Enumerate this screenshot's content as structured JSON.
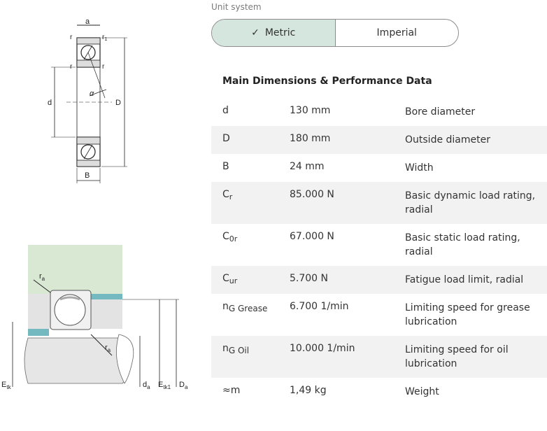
{
  "unit_system": {
    "label": "Unit system",
    "options": [
      {
        "label": "Metric",
        "selected": true
      },
      {
        "label": "Imperial",
        "selected": false
      }
    ]
  },
  "section_title": "Main Dimensions & Performance Data",
  "rows": [
    {
      "sym": "d",
      "sub": "",
      "value": "130 mm",
      "desc": "Bore diameter"
    },
    {
      "sym": "D",
      "sub": "",
      "value": "180 mm",
      "desc": "Outside diameter"
    },
    {
      "sym": "B",
      "sub": "",
      "value": "24 mm",
      "desc": "Width"
    },
    {
      "sym": "C",
      "sub": "r",
      "value": "85.000 N",
      "desc": "Basic dynamic load rating, radial"
    },
    {
      "sym": "C",
      "sub": "0r",
      "value": "67.000 N",
      "desc": "Basic static load rating, radial"
    },
    {
      "sym": "C",
      "sub": "ur",
      "value": "5.700 N",
      "desc": "Fatigue load limit, radial"
    },
    {
      "sym": "n",
      "sub": "G Grease",
      "value": "6.700 1/min",
      "desc": "Limiting speed for grease lubrication"
    },
    {
      "sym": "n",
      "sub": "G Oil",
      "value": "10.000 1/min",
      "desc": "Limiting speed for oil lubrication"
    },
    {
      "sym": "≈m",
      "sub": "",
      "value": "1,49 kg",
      "desc": "Weight"
    }
  ],
  "diagram_top_labels": {
    "a": "a",
    "r": "r",
    "r1": "r",
    "r1_sub": "1",
    "alpha": "α",
    "d": "d",
    "D": "D",
    "B": "B"
  },
  "diagram_bottom_labels": {
    "ra": "r",
    "ra_sub": "a",
    "Etk": "E",
    "Etk_sub": "tk",
    "da": "d",
    "da_sub": "a",
    "Etk1": "E",
    "Etk1_sub": "tk1",
    "Da": "D",
    "Da_sub": "a"
  },
  "colors": {
    "toggle_active": "#d4e6dd",
    "shoulder_green": "#d9e8d2",
    "teal": "#74b8c0",
    "row_shade": "#f2f2f2"
  }
}
